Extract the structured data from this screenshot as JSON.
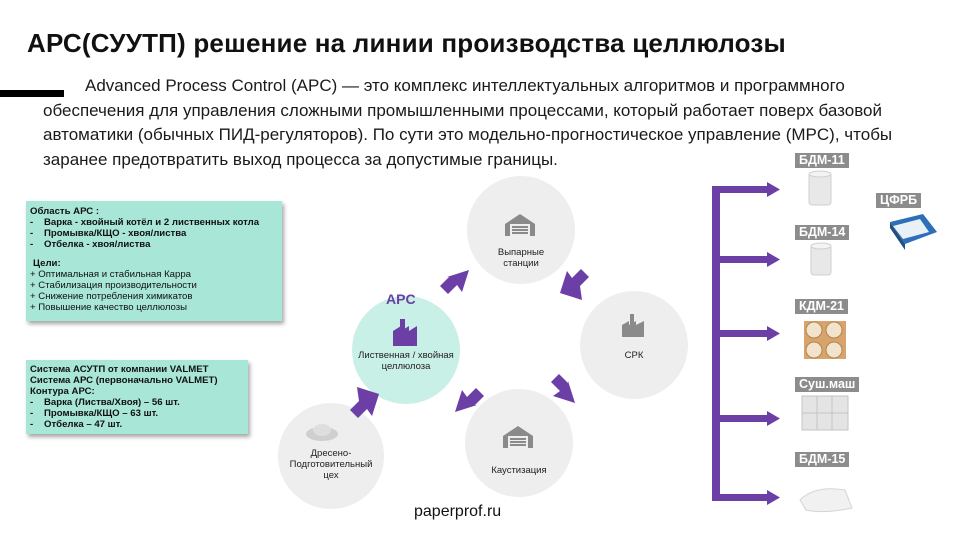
{
  "header": {
    "title": "АРС(СУУТП) решение на линии производства целлюлозы"
  },
  "intro": "Advanced Process Control (APC) — это комплекс интеллектуальных алгоритмов и программного обеспечения для управления сложными промышленными процессами, который работает поверх базовой автоматики (обычных ПИД-регуляторов). По сути это модельно-прогностическое управление (MPC), чтобы заранее предотвратить выход процесса за допустимые границы.",
  "box1": {
    "heading": "Область АРС :",
    "areas": [
      {
        "dash": "-",
        "text": "Варка - хвойный котёл и 2 лиственных котла"
      },
      {
        "dash": "-",
        "text": "Промывка/КЩО - хвоя/листва"
      },
      {
        "dash": "-",
        "text": "Отбелка - хвоя/листва"
      }
    ],
    "goals_heading": "Цели:",
    "goals": [
      "+ Оптимальная и стабильная Карра",
      "+ Стабилизация производительности",
      "+ Снижение потребления химикатов",
      "+ Повышение качество целлюлозы"
    ]
  },
  "box2": {
    "lines": [
      "Система АСУТП от компании VALMET",
      "Система АРС (первоначально VALMET)",
      "Контура АРС:"
    ],
    "contours": [
      {
        "dash": "-",
        "text": "Варка (Листва/Хвоя) – 56 шт."
      },
      {
        "dash": "-",
        "text": "Промывка/КЩО – 63 шт."
      },
      {
        "dash": "-",
        "text": "Отбелка – 47 шт."
      }
    ]
  },
  "cycle": {
    "apc_label": "APC",
    "main_node": "Лиственная / хвойная целлюлоза",
    "nodes": {
      "evaporation": "Выпарные станции",
      "srk": "СРК",
      "causticizing": "Каустизация",
      "wood": "Дресено-Подготовительный цех"
    }
  },
  "products": [
    {
      "label": "БДМ-11"
    },
    {
      "label": "ЦФРБ"
    },
    {
      "label": "БДМ-14"
    },
    {
      "label": "КДМ-21"
    },
    {
      "label": "Суш.маш"
    },
    {
      "label": "БДМ-15"
    }
  ],
  "footer": "paperprof.ru",
  "colors": {
    "arrow_purple": "#6b3fa6",
    "box_teal": "#a8e6d7",
    "label_gray": "#8c8c8c"
  }
}
